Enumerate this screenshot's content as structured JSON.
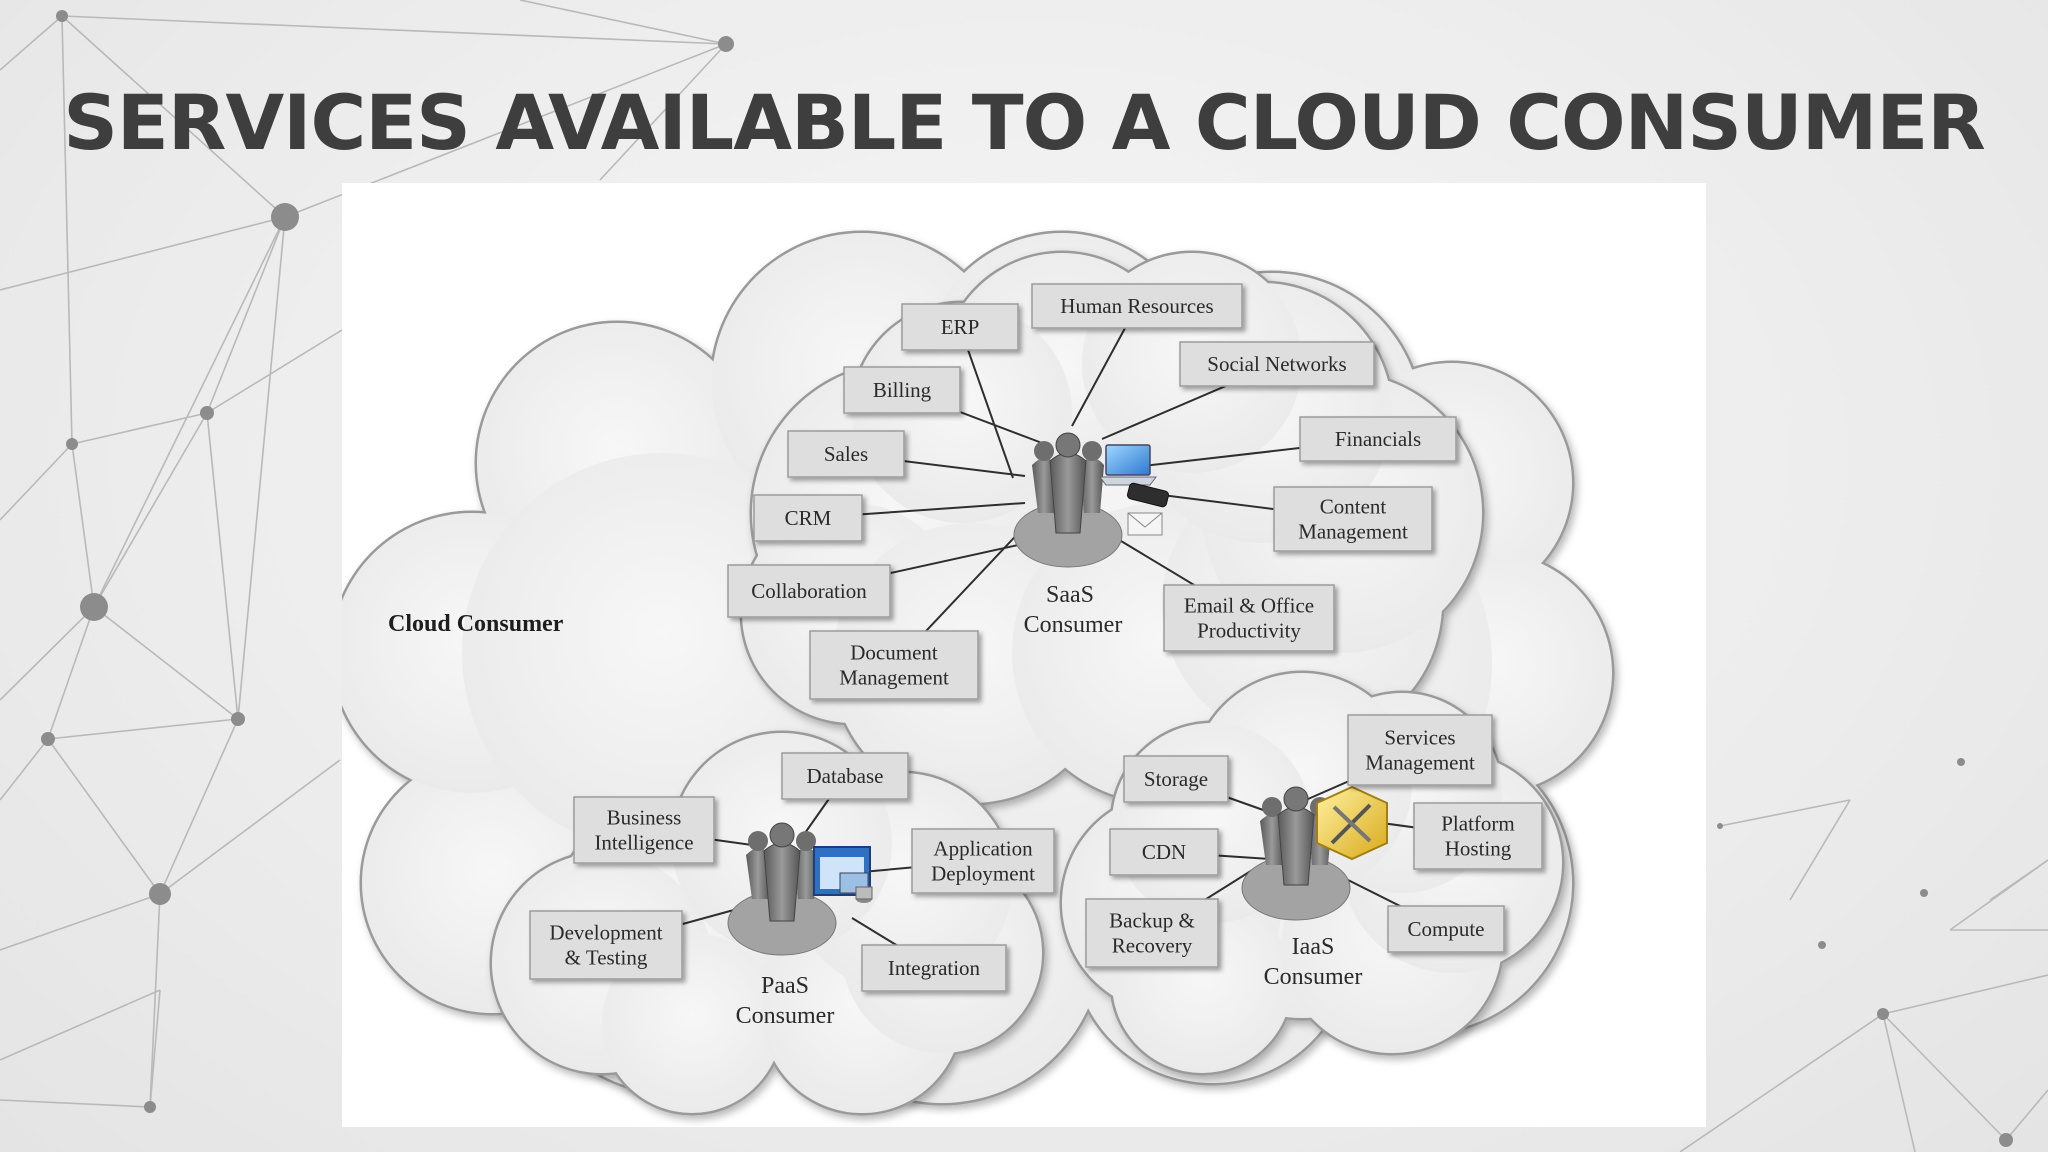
{
  "title": "SERVICES AVAILABLE TO A CLOUD CONSUMER",
  "diagram": {
    "outer_label": "Cloud Consumer",
    "saas": {
      "label_line1": "SaaS",
      "label_line2": "Consumer",
      "services": [
        {
          "lines": [
            "ERP"
          ]
        },
        {
          "lines": [
            "Human Resources"
          ]
        },
        {
          "lines": [
            "Social Networks"
          ]
        },
        {
          "lines": [
            "Billing"
          ]
        },
        {
          "lines": [
            "Financials"
          ]
        },
        {
          "lines": [
            "Sales"
          ]
        },
        {
          "lines": [
            "CRM"
          ]
        },
        {
          "lines": [
            "Content",
            "Management"
          ]
        },
        {
          "lines": [
            "Collaboration"
          ]
        },
        {
          "lines": [
            "Email & Office",
            "Productivity"
          ]
        },
        {
          "lines": [
            "Document",
            "Management"
          ]
        }
      ]
    },
    "paas": {
      "label_line1": "PaaS",
      "label_line2": "Consumer",
      "services": [
        {
          "lines": [
            "Database"
          ]
        },
        {
          "lines": [
            "Business",
            "Intelligence"
          ]
        },
        {
          "lines": [
            "Application",
            "Deployment"
          ]
        },
        {
          "lines": [
            "Development",
            "& Testing"
          ]
        },
        {
          "lines": [
            "Integration"
          ]
        }
      ]
    },
    "iaas": {
      "label_line1": "IaaS",
      "label_line2": "Consumer",
      "services": [
        {
          "lines": [
            "Storage"
          ]
        },
        {
          "lines": [
            "Services",
            "Management"
          ]
        },
        {
          "lines": [
            "CDN"
          ]
        },
        {
          "lines": [
            "Platform",
            "Hosting"
          ]
        },
        {
          "lines": [
            "Backup &",
            "Recovery"
          ]
        },
        {
          "lines": [
            "Compute"
          ]
        }
      ]
    }
  }
}
